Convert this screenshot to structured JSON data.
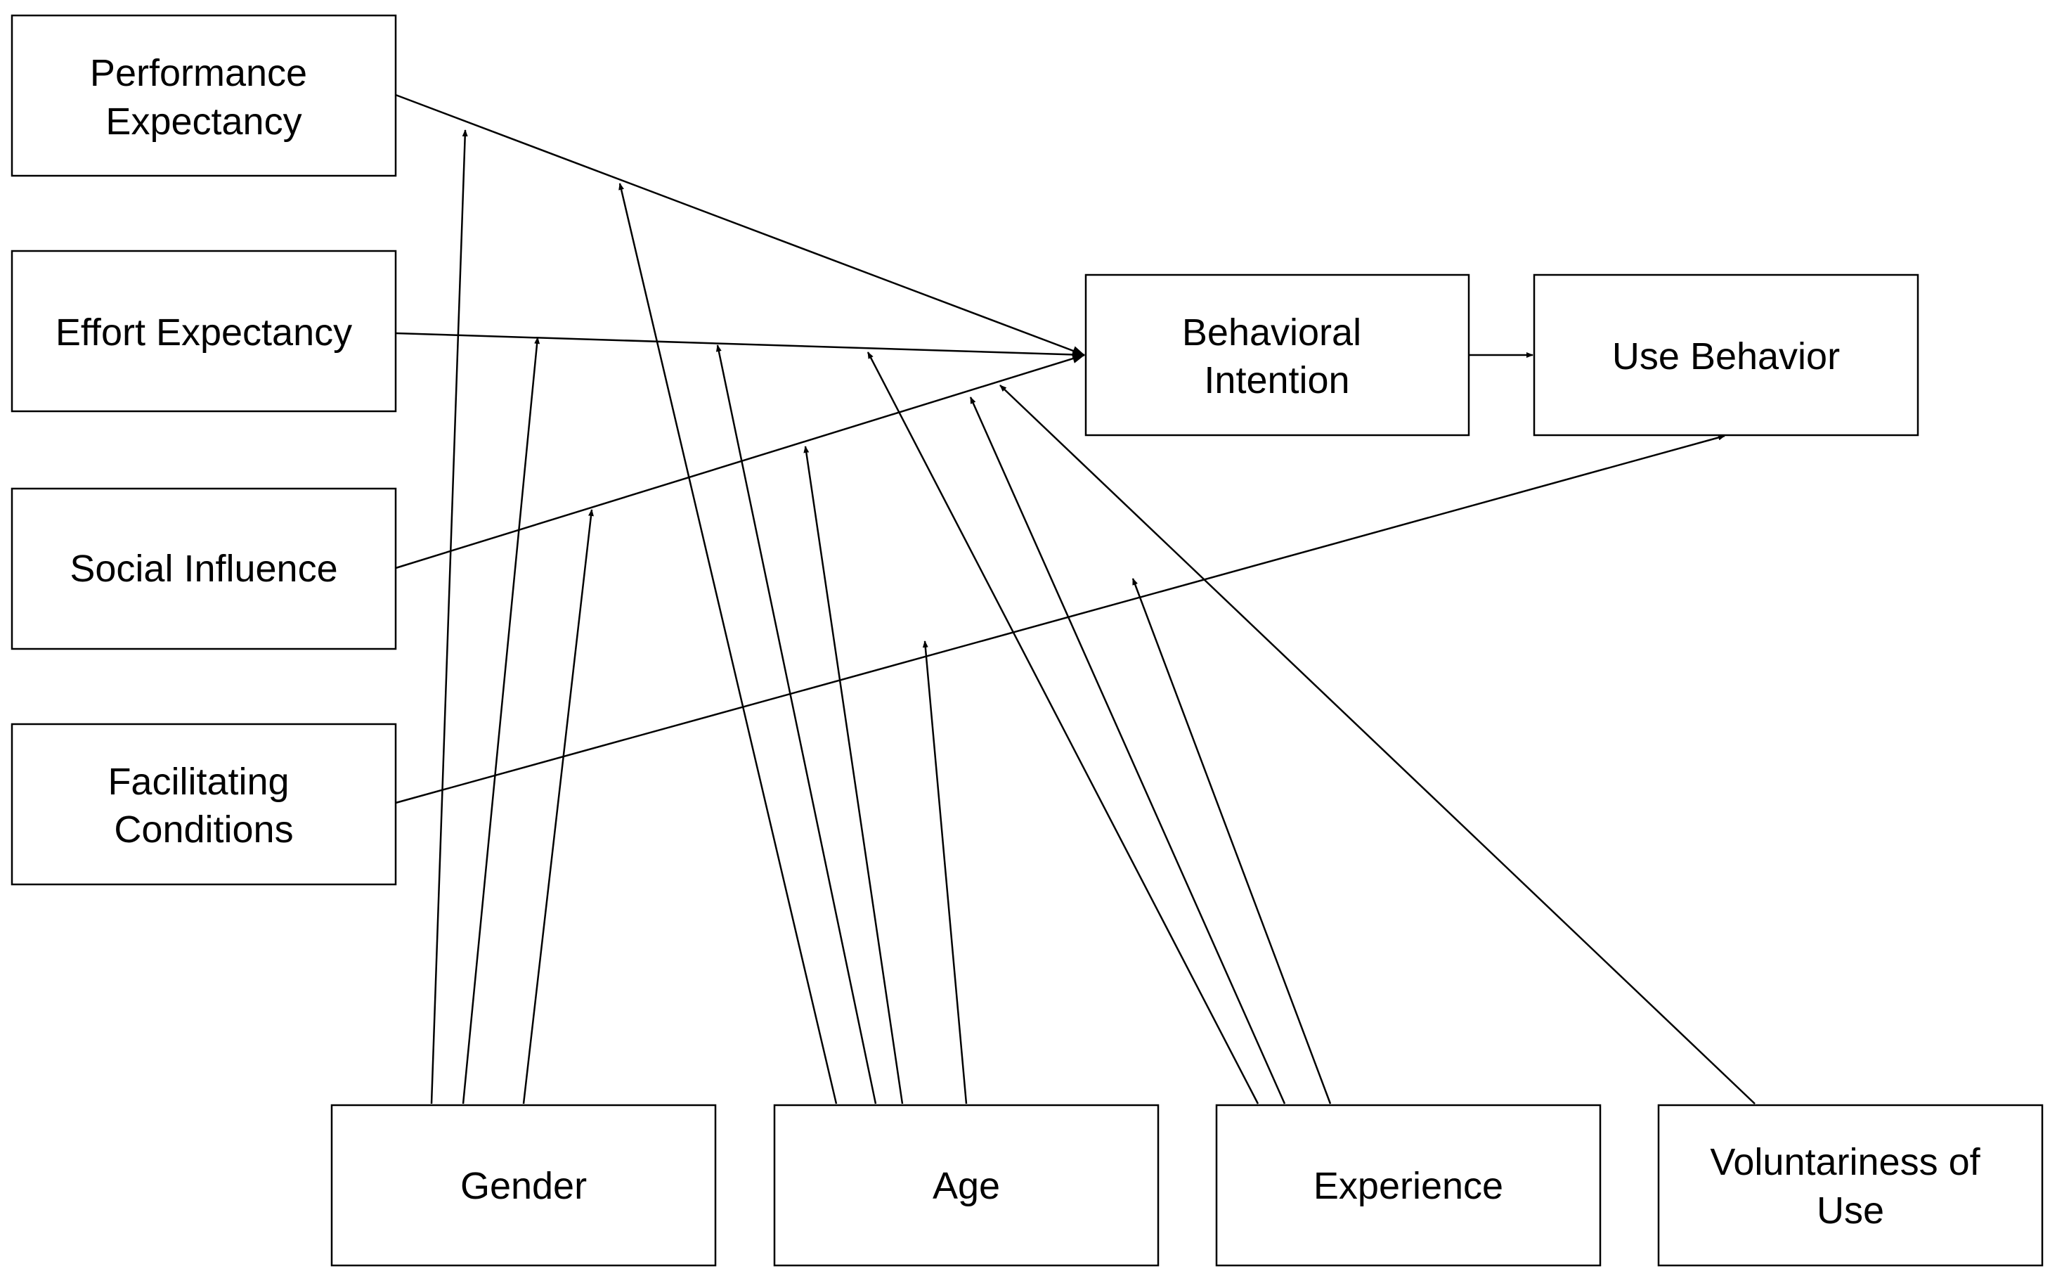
{
  "diagram": {
    "nodes": {
      "performance_expectancy": [
        "Performance",
        "Expectancy"
      ],
      "effort_expectancy": [
        "Effort Expectancy"
      ],
      "social_influence": [
        "Social Influence"
      ],
      "facilitating_conditions": [
        "Facilitating",
        "Conditions"
      ],
      "behavioral_intention": [
        "Behavioral",
        "Intention"
      ],
      "use_behavior": [
        "Use Behavior"
      ],
      "gender": [
        "Gender"
      ],
      "age": [
        "Age"
      ],
      "experience": [
        "Experience"
      ],
      "voluntariness_of_use": [
        "Voluntariness of",
        "Use"
      ]
    },
    "edges": [
      {
        "from": "performance_expectancy",
        "to": "behavioral_intention"
      },
      {
        "from": "effort_expectancy",
        "to": "behavioral_intention"
      },
      {
        "from": "social_influence",
        "to": "behavioral_intention"
      },
      {
        "from": "facilitating_conditions",
        "to": "use_behavior"
      },
      {
        "from": "behavioral_intention",
        "to": "use_behavior"
      },
      {
        "from": "gender",
        "to": "performance_expectancy-behavioral_intention"
      },
      {
        "from": "gender",
        "to": "effort_expectancy-behavioral_intention"
      },
      {
        "from": "gender",
        "to": "social_influence-behavioral_intention"
      },
      {
        "from": "age",
        "to": "performance_expectancy-behavioral_intention"
      },
      {
        "from": "age",
        "to": "effort_expectancy-behavioral_intention"
      },
      {
        "from": "age",
        "to": "social_influence-behavioral_intention"
      },
      {
        "from": "age",
        "to": "facilitating_conditions-use_behavior"
      },
      {
        "from": "experience",
        "to": "effort_expectancy-behavioral_intention"
      },
      {
        "from": "experience",
        "to": "social_influence-behavioral_intention"
      },
      {
        "from": "experience",
        "to": "facilitating_conditions-use_behavior"
      },
      {
        "from": "voluntariness_of_use",
        "to": "social_influence-behavioral_intention"
      }
    ]
  },
  "colors": {
    "stroke": "#000000",
    "background": "#ffffff"
  }
}
